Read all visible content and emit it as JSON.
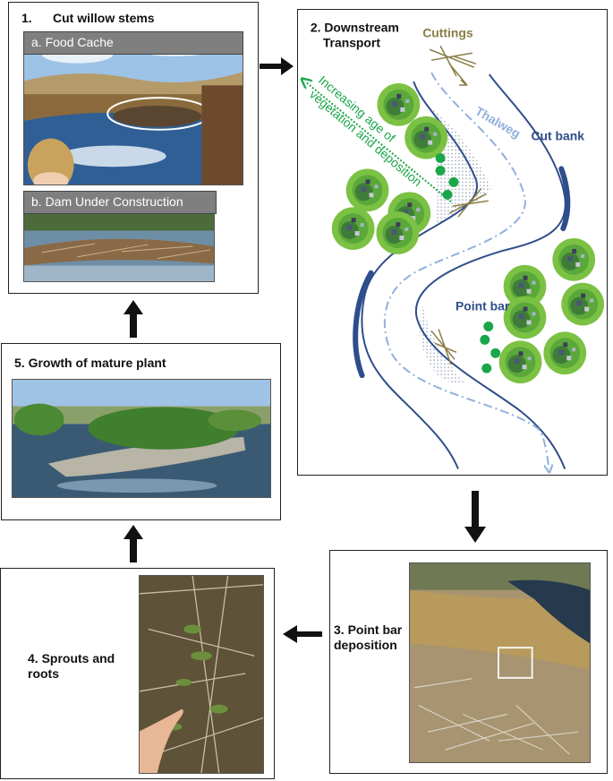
{
  "step1": {
    "title": "1.      Cut willow stems",
    "label_a": "a. Food Cache",
    "label_b": "b. Dam Under Construction"
  },
  "step2": {
    "title_line1": "2. Downstream",
    "title_line2": "Transport",
    "labels": {
      "cuttings": "Cuttings",
      "thalweg": "Thalweg",
      "cut_bank": "Cut bank",
      "point_bar": "Point bar",
      "age_line1": "Increasing age of",
      "age_line2": "vegetation and deposition"
    }
  },
  "step3": {
    "title_line1": "3. Point bar",
    "title_line2": "deposition"
  },
  "step4": {
    "title_line1": "4. Sprouts and",
    "title_line2": "roots"
  },
  "step5": {
    "title": "5. Growth of mature plant"
  },
  "colors": {
    "channel": "#2e4d8a",
    "thalweg": "#8fb0dc",
    "cuttings": "#8a7d45",
    "vegetation": "#1aa64a",
    "arrow": "#111111"
  }
}
